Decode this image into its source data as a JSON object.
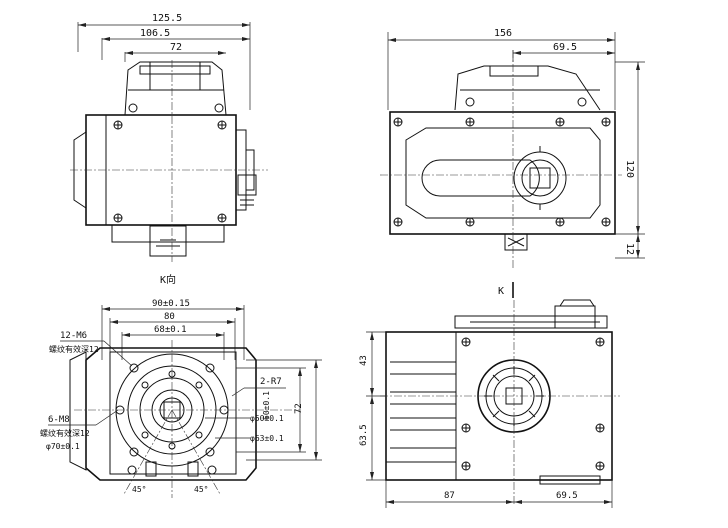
{
  "views": {
    "front": {
      "dims": {
        "overall_width": "125.5",
        "mid_width": "106.5",
        "top_width": "72"
      },
      "view_label": "K向"
    },
    "side": {
      "dims": {
        "overall_width": "156",
        "right_offset": "69.5",
        "height": "120",
        "base_height": "12"
      },
      "arrow_label": "K"
    },
    "bottom": {
      "dims": {
        "bolt_pitch": "90±0.15",
        "flange_width": "80",
        "inner_pitch": "68±0.1",
        "radius": "2-R7",
        "d50": "φ50±0.1",
        "d63": "φ63±0.1",
        "h60": "60±0.1",
        "h72": "72"
      },
      "callouts": {
        "top_thread": "12-M6",
        "top_thread_note": "螺纹有效深12",
        "bottom_thread": "6-M8",
        "bottom_thread_note": "螺纹有效深12",
        "pcd": "φ70±0.1"
      },
      "angles": {
        "left": "45°",
        "right": "45°"
      }
    },
    "top": {
      "dims": {
        "h43": "43",
        "h63_5": "63.5",
        "w87": "87",
        "w69_5": "69.5"
      }
    }
  }
}
